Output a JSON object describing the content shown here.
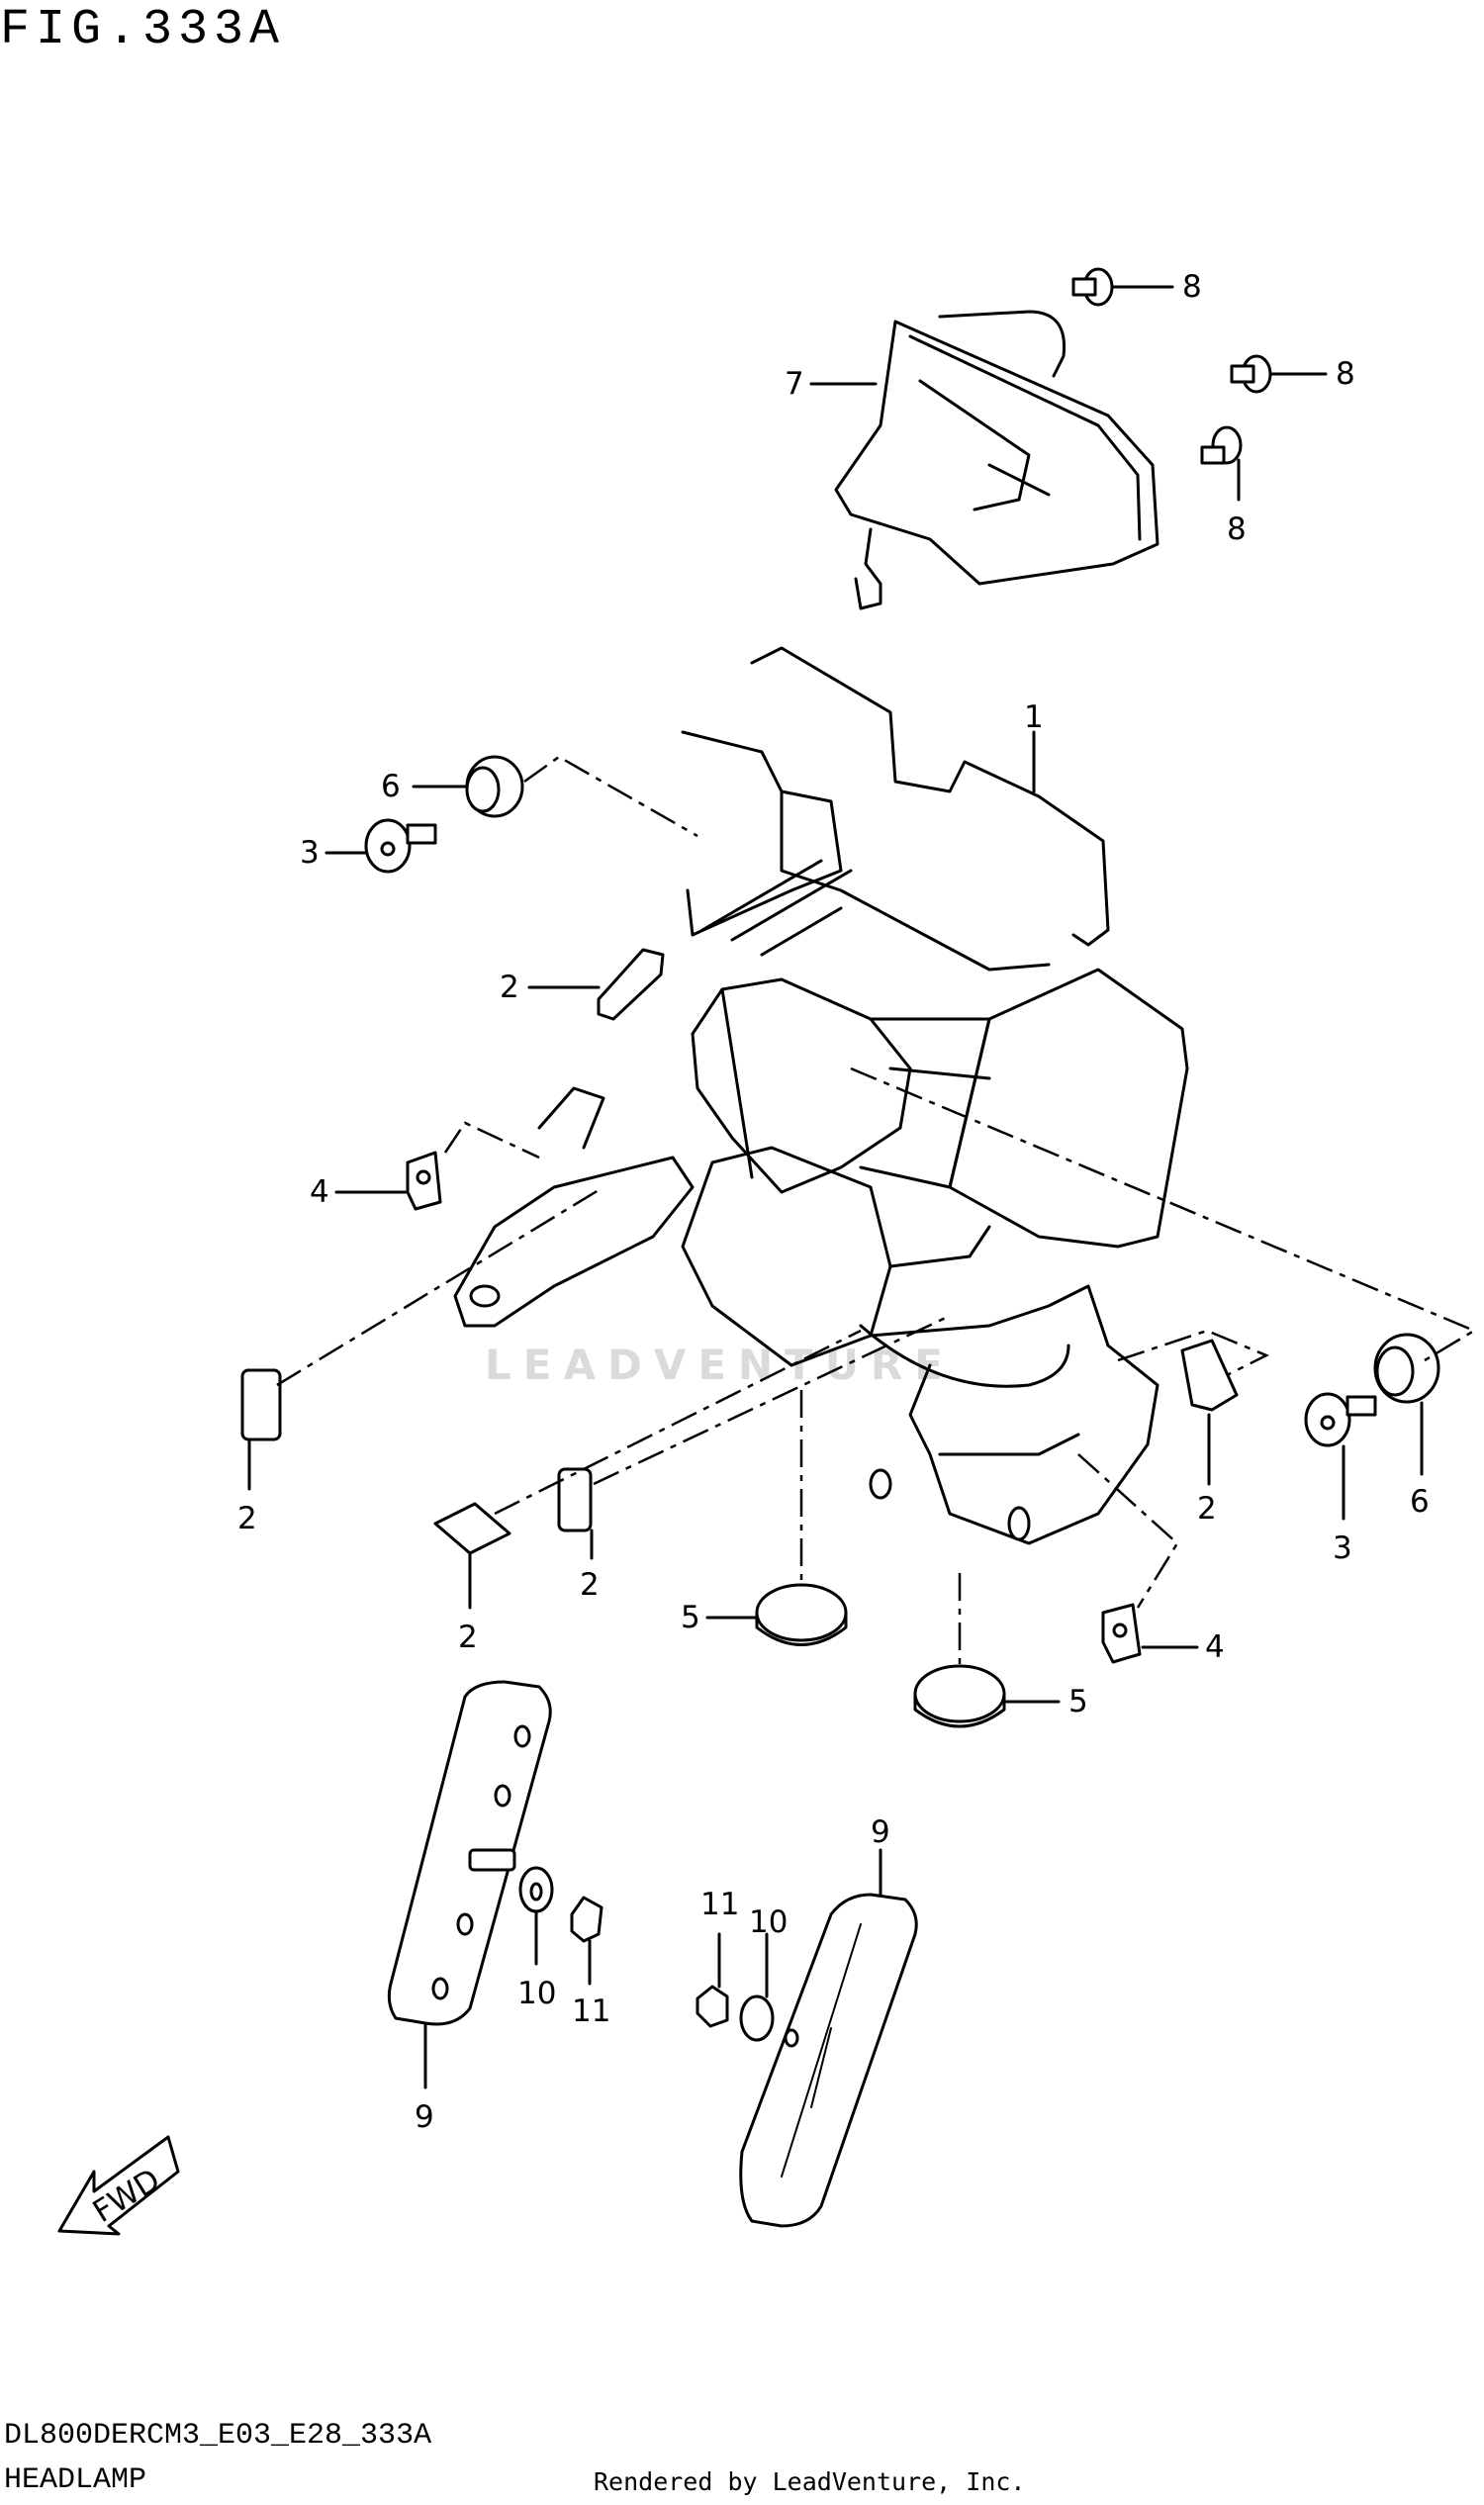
{
  "figure": {
    "title": "FIG.333A",
    "code": "DL800DERCM3_E03_E28_333A",
    "name": "HEADLAMP",
    "credit": "Rendered by LeadVenture, Inc.",
    "watermark": "LEADVENTURE"
  },
  "callouts": [
    "1",
    "2",
    "2",
    "2",
    "2",
    "2",
    "3",
    "3",
    "4",
    "4",
    "5",
    "5",
    "6",
    "6",
    "7",
    "8",
    "8",
    "8",
    "9",
    "9",
    "10",
    "10",
    "11",
    "11"
  ],
  "fwd_label": "FWD"
}
